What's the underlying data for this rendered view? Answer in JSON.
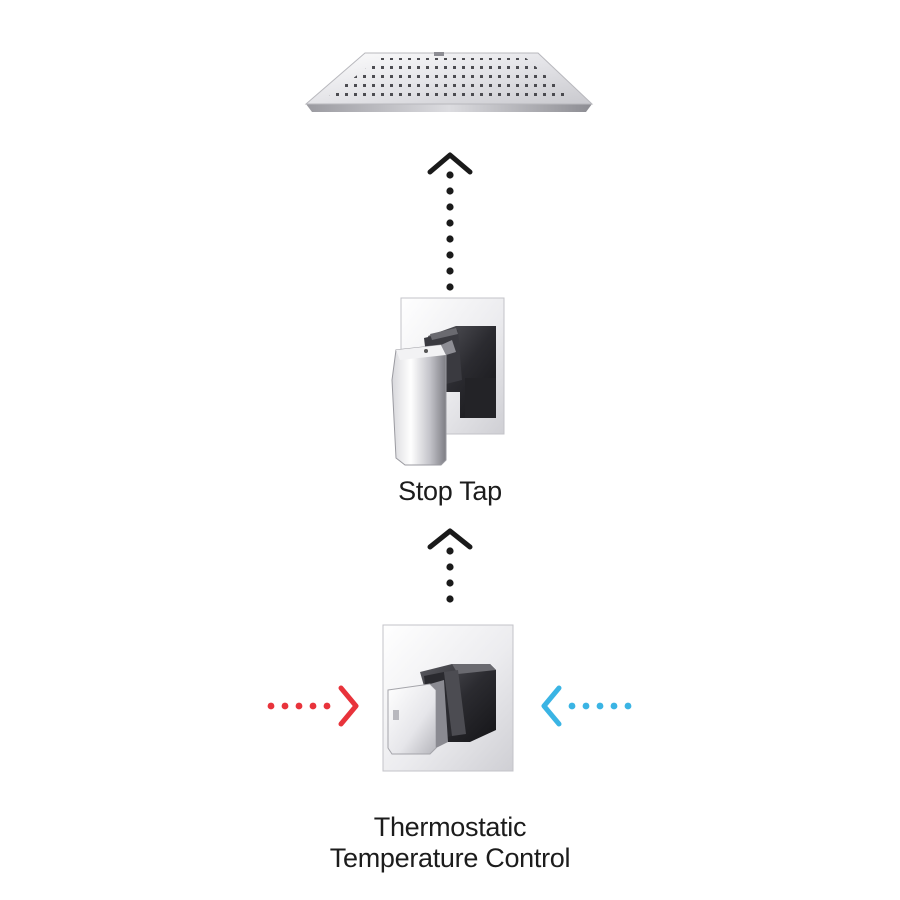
{
  "labels": {
    "stop_tap": "Stop Tap",
    "thermo_line1": "Thermostatic",
    "thermo_line2": "Temperature Control"
  },
  "colors": {
    "flow": "#1a1a1a",
    "hot_inlet": "#e8333b",
    "cold_inlet": "#3ab4e4",
    "chrome_light": "#f4f4f6",
    "chrome_dark": "#2a2a2e"
  },
  "icons": {
    "shower_head": "square-rain-shower-head-icon",
    "stop_tap": "stop-tap-valve-icon",
    "thermostatic_valve": "thermostatic-valve-icon"
  }
}
